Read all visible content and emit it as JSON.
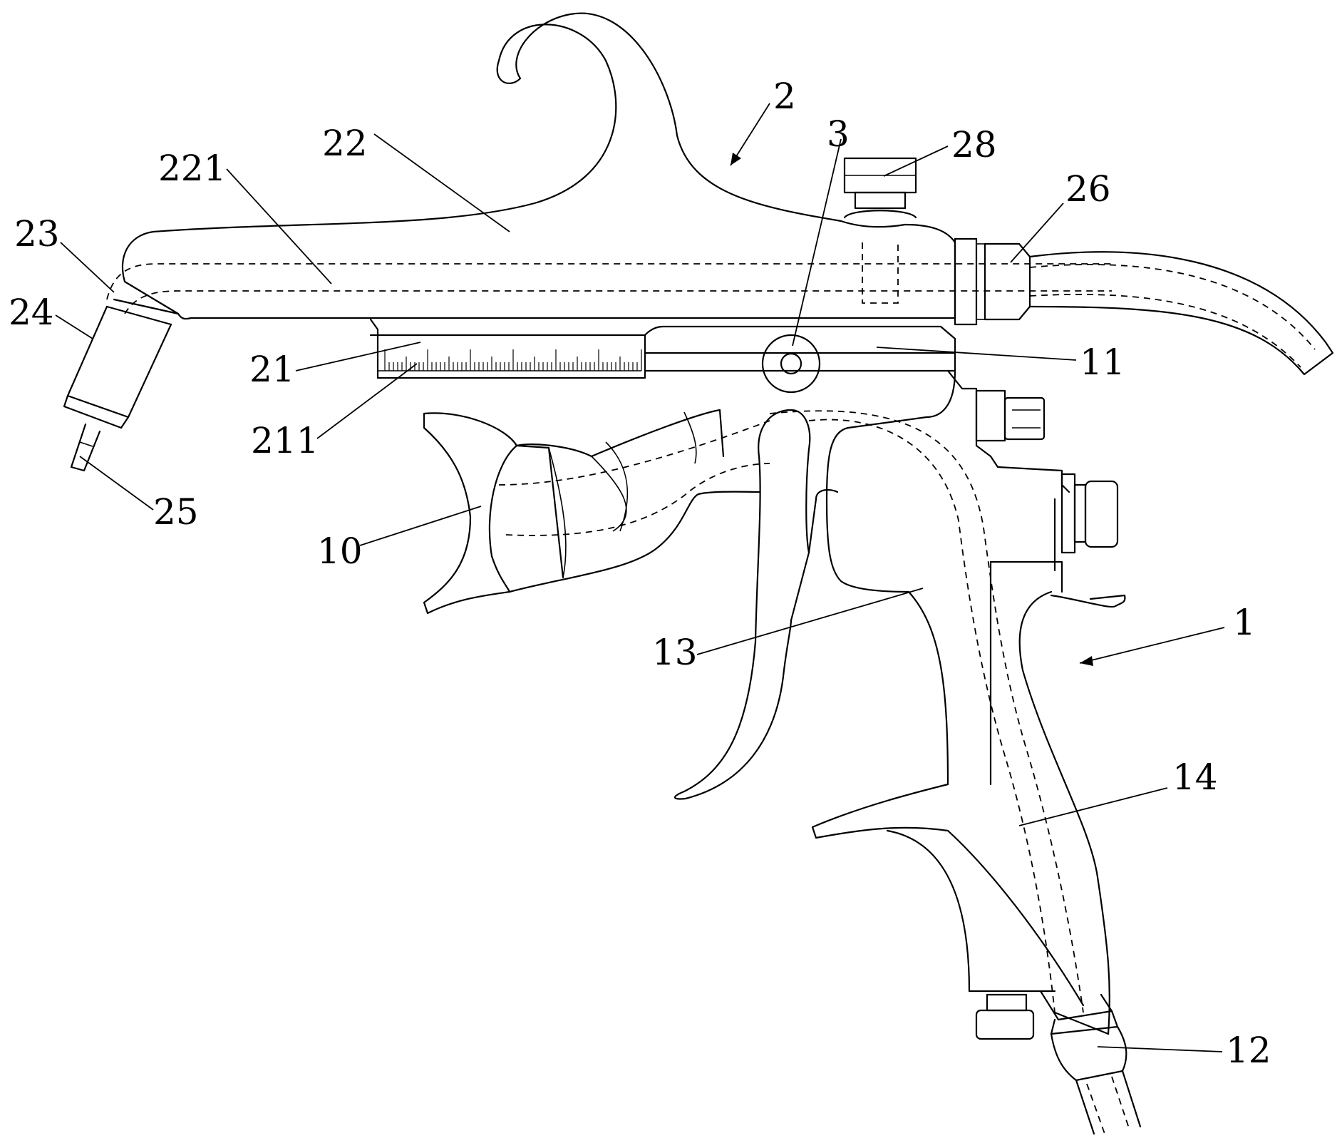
{
  "labels": {
    "l1": "1",
    "l2": "2",
    "l3": "3",
    "l10": "10",
    "l11": "11",
    "l12": "12",
    "l13": "13",
    "l14": "14",
    "l21": "21",
    "l22": "22",
    "l23": "23",
    "l24": "24",
    "l25": "25",
    "l26": "26",
    "l28": "28",
    "l211": "211",
    "l221": "221"
  }
}
